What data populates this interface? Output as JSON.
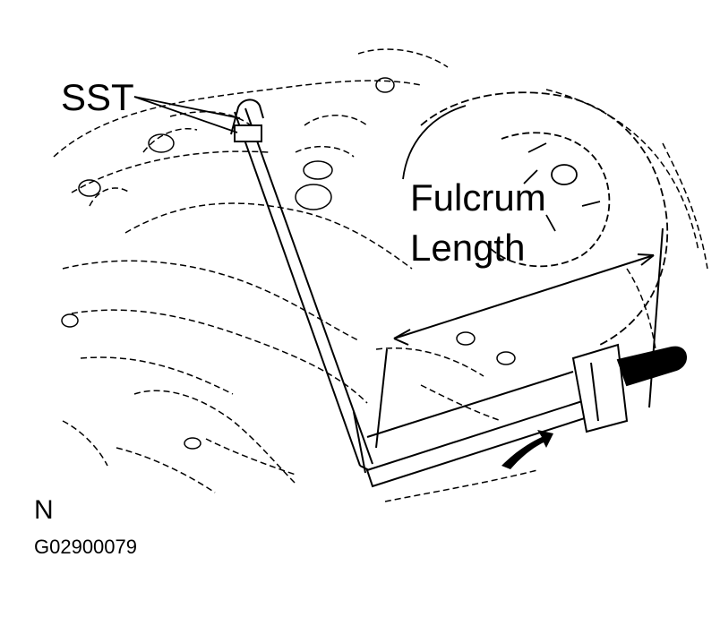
{
  "labels": {
    "sst": "SST",
    "fulcrum_line1": "Fulcrum",
    "fulcrum_line2": "Length",
    "view_marker": "N",
    "figure_code": "G02900079"
  },
  "colors": {
    "line": "#000000",
    "background": "#ffffff",
    "handle": "#000000"
  }
}
